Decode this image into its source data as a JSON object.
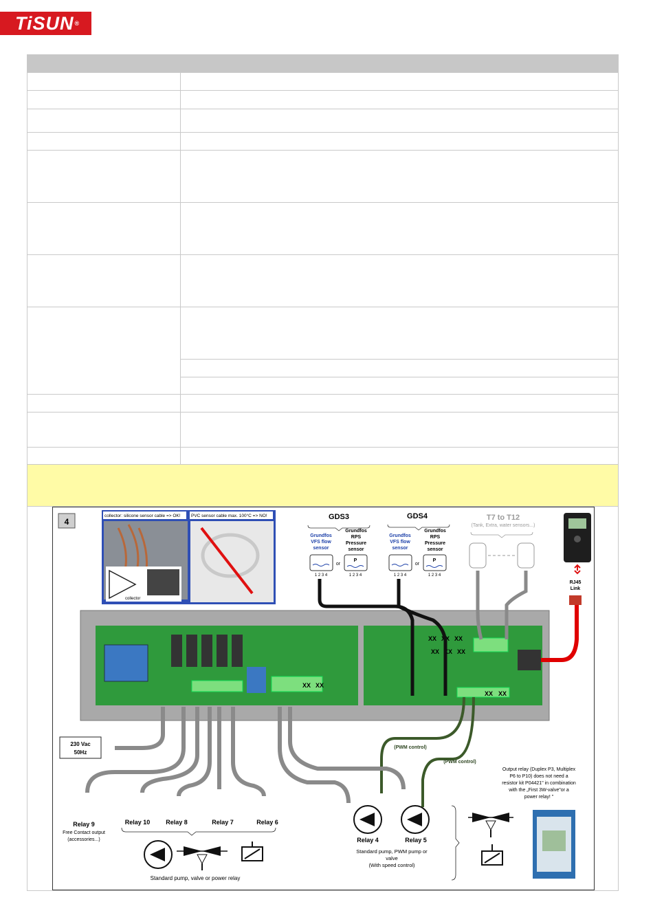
{
  "brand": {
    "name": "TiSUN",
    "registered": "®"
  },
  "diagram": {
    "figure_number": "4",
    "photo_labels": {
      "left": "collector: silicone sensor cable => OK!",
      "right": "PVC sensor cable max. 100°C => NO!",
      "collector_caption": "collector"
    },
    "gds3": {
      "title": "GDS3",
      "vfs": [
        "Grundfos",
        "VFS flow",
        "sensor"
      ],
      "rps": [
        "Grundfos",
        "RPS",
        "Pressure",
        "sensor"
      ],
      "or": "or",
      "pins": "1 2 3 4",
      "p": "P"
    },
    "gds4": {
      "title": "GDS4",
      "vfs": [
        "Grundfos",
        "VFS flow",
        "sensor"
      ],
      "rps": [
        "Grundfos",
        "RPS",
        "Pressure",
        "sensor"
      ],
      "or": "or",
      "pins": "1 2 3 4",
      "p": "P"
    },
    "t_sensors": {
      "title": "T7 to T12",
      "subtitle": "(Tank, Extra, water sensors...)"
    },
    "rj45": [
      "RJ45",
      "Link"
    ],
    "xx": "XX",
    "power": [
      "230 Vac",
      "50Hz"
    ],
    "pwm_control": "(PWM control)",
    "relays": {
      "relay9": "Relay 9",
      "relay9_note": [
        "Free Contact output",
        "(accessories...)"
      ],
      "relay10": "Relay 10",
      "relay8": "Relay 8",
      "relay7": "Relay 7",
      "relay6": "Relay 6",
      "relay4": "Relay 4",
      "relay5": "Relay 5"
    },
    "group_caption_left": "Standard pump, valve or power relay",
    "group_caption_right": [
      "Standard pump, PWM pump or",
      "valve",
      "(With speed control)"
    ],
    "output_relay_note": [
      "Output relay (Duplex P3, Multiplex",
      "P6 to P10) does not need a",
      "resistor kit P04421\" in combination",
      "with the „First 3W-valve\"or a",
      "power relay! \""
    ],
    "colors": {
      "board_green": "#2f9a3c",
      "housing_gray": "#a9a9a9",
      "rj45_red": "#e00000",
      "pwm_cable": "#3c5a2a",
      "note_yellow": "#fffba6"
    }
  }
}
